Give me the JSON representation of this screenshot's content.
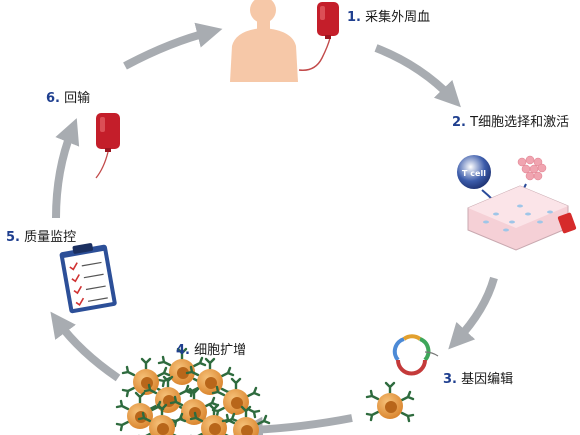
{
  "steps": [
    {
      "num": "1.",
      "label": "采集外周血"
    },
    {
      "num": "2.",
      "label": "T细胞选择和激活"
    },
    {
      "num": "3.",
      "label": "基因编辑"
    },
    {
      "num": "4.",
      "label": "细胞扩增"
    },
    {
      "num": "5.",
      "label": "质量监控"
    },
    {
      "num": "6.",
      "label": "回输"
    }
  ],
  "tcell_text": "T cell",
  "colors": {
    "arrow": "#a8acb1",
    "body": "#f6c8a8",
    "blood": "#c41e2a",
    "step_number": "#1f3f8f",
    "cell_orange": "#e0922e",
    "cell_nucleus": "#b8661a",
    "receptor_green": "#2e6b3e",
    "tcell_blue": "#1f3f8f",
    "clipboard_blue": "#2c4f98"
  },
  "icons": [
    "human-body-icon",
    "blood-bag-icon",
    "t-cell-icon",
    "culture-flask-icon",
    "plasmid-icon",
    "clipboard-icon",
    "car-t-cell-icon"
  ]
}
